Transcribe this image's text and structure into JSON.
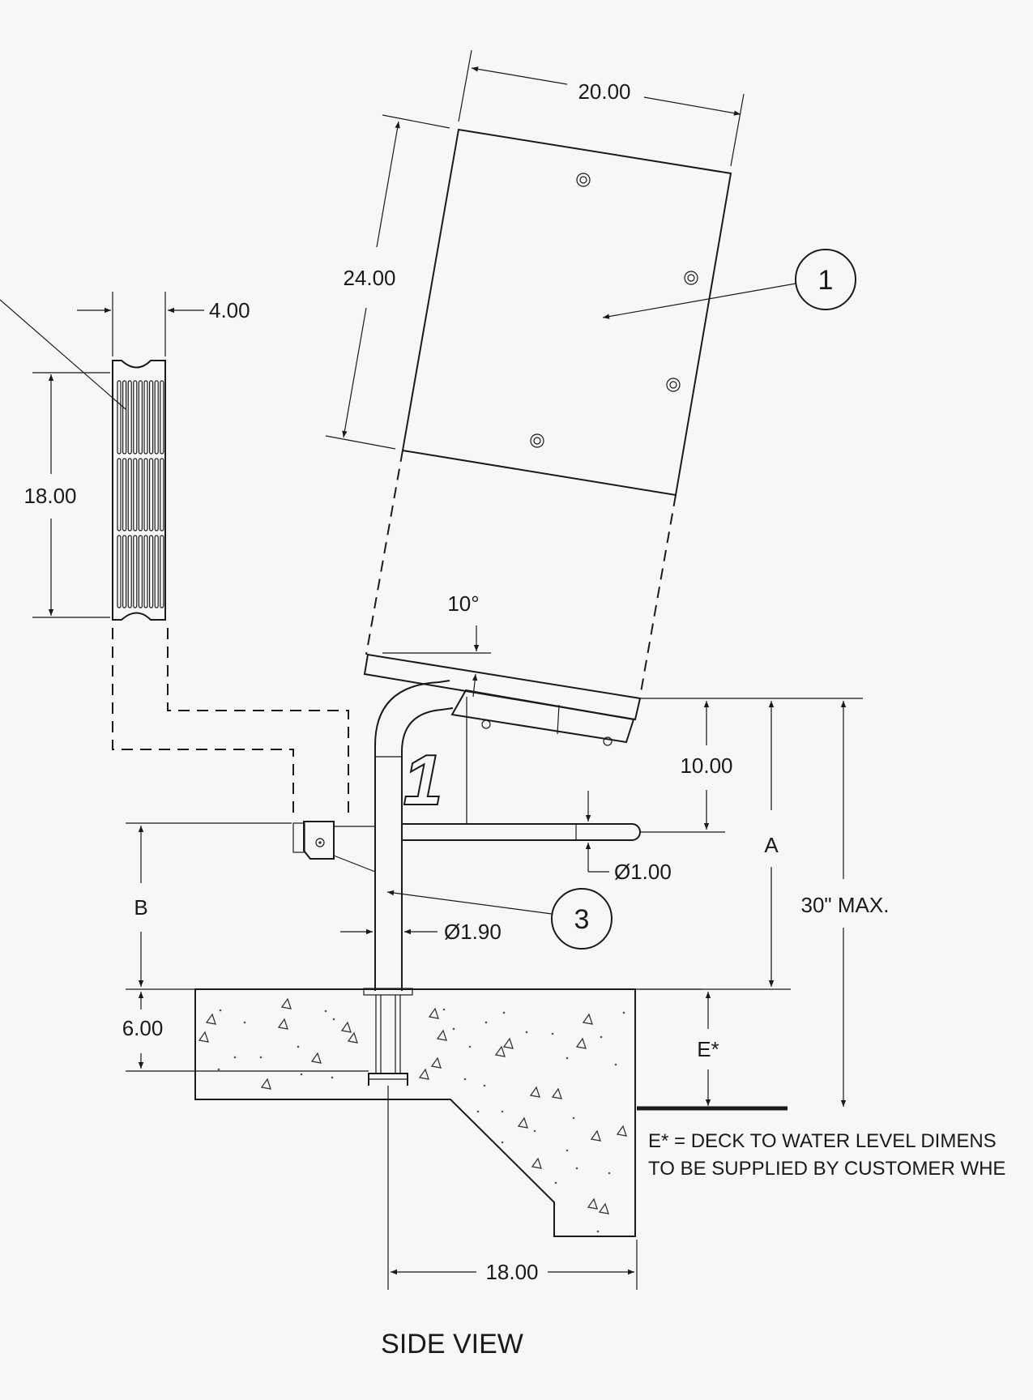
{
  "title": "SIDE VIEW",
  "dimensions": {
    "panel_width": "20.00",
    "panel_height": "24.00",
    "grate_width": "4.00",
    "grate_height": "18.00",
    "angle": "10°",
    "seat_to_footrest": "10.00",
    "footrest_dia": "Ø1.00",
    "post_dia": "Ø1.90",
    "embed_depth": "6.00",
    "footing_width": "18.00",
    "dim_a": "A",
    "dim_b": "B",
    "dim_e": "E*",
    "max_height": "30\" MAX."
  },
  "callouts": {
    "part_1": "1",
    "part_3": "3",
    "seat_mark": "1"
  },
  "notes": {
    "line1": "E* = DECK TO WATER LEVEL DIMENS",
    "line2": "TO BE SUPPLIED BY CUSTOMER WHE"
  }
}
